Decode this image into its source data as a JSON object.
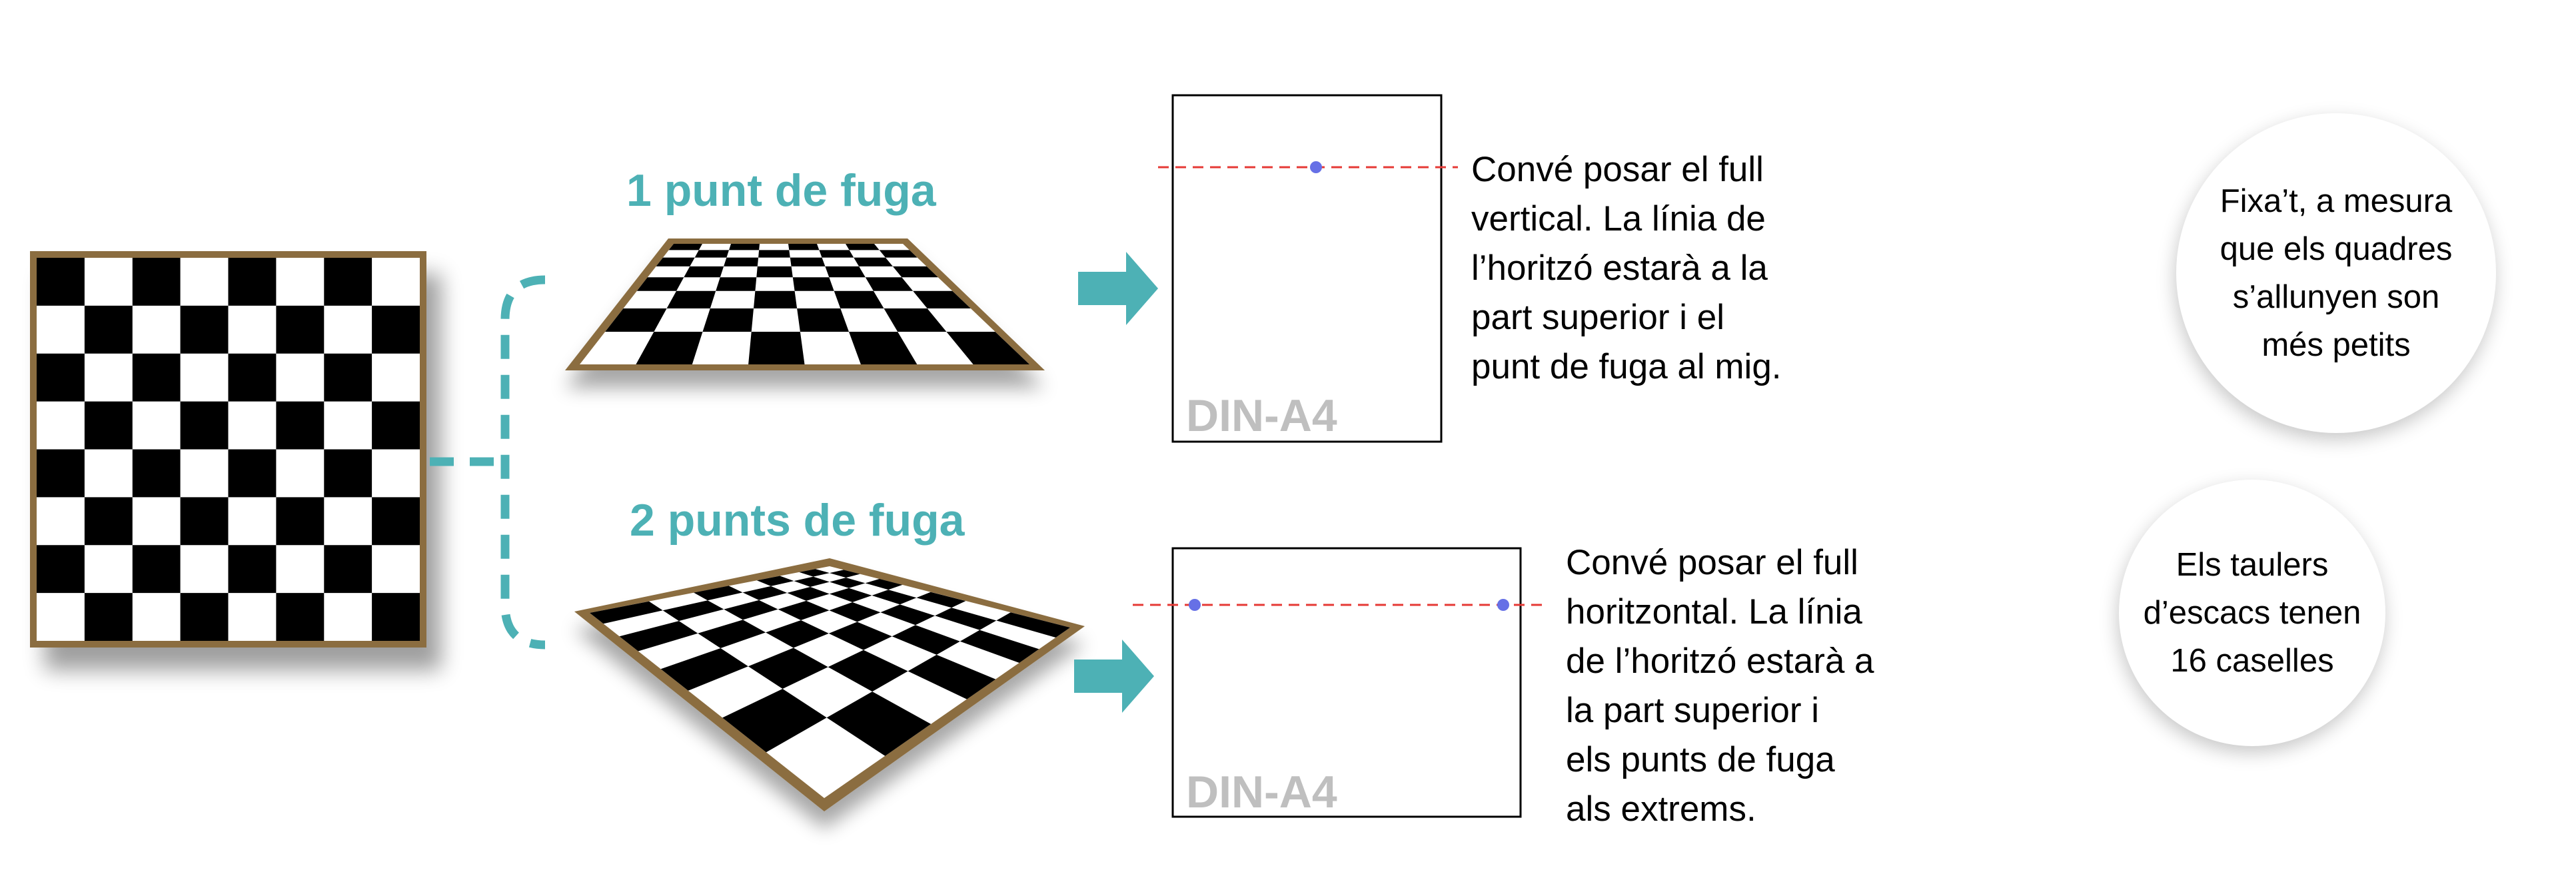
{
  "colors": {
    "accent": "#4DB1B5",
    "board_frame": "#8B6D3F",
    "horizon_line": "#E53935",
    "vanishing_point": "#6670E6",
    "paper_label": "#BFBFBF"
  },
  "sections": {
    "one_point": {
      "heading": "1 punt de fuga",
      "paper_label": "DIN-A4",
      "description_lines": [
        "Convé posar el full",
        "vertical. La línia de",
        "l’horitzó estarà a la",
        "part superior i el",
        "punt de fuga al mig."
      ]
    },
    "two_point": {
      "heading": "2 punts de fuga",
      "paper_label": "DIN-A4",
      "description_lines": [
        "Convé posar el full",
        "horitzontal. La línia",
        "de l’horitzó estarà a",
        "la part superior i",
        "els punts de fuga",
        "als extrems."
      ]
    }
  },
  "bubbles": {
    "top": {
      "lines": [
        "Fixa’t, a mesura",
        "que els quadres",
        "s’allunyen son",
        "més petits"
      ]
    },
    "bottom": {
      "lines": [
        "Els taulers",
        "d’escacs tenen",
        "16 caselles"
      ]
    }
  },
  "icons": [
    "arrow-right-icon",
    "arrow-right-icon"
  ]
}
